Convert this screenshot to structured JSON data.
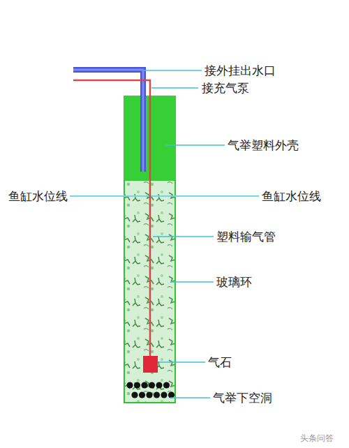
{
  "diagram": {
    "labels": [
      "接外挂出水口",
      "接充气泵",
      "气举塑料外壳",
      "鱼缸水位线",
      "鱼缸水位线",
      "塑料输气管",
      "玻璃环",
      "气石",
      "气举下空洞",
      "头条问答"
    ]
  }
}
